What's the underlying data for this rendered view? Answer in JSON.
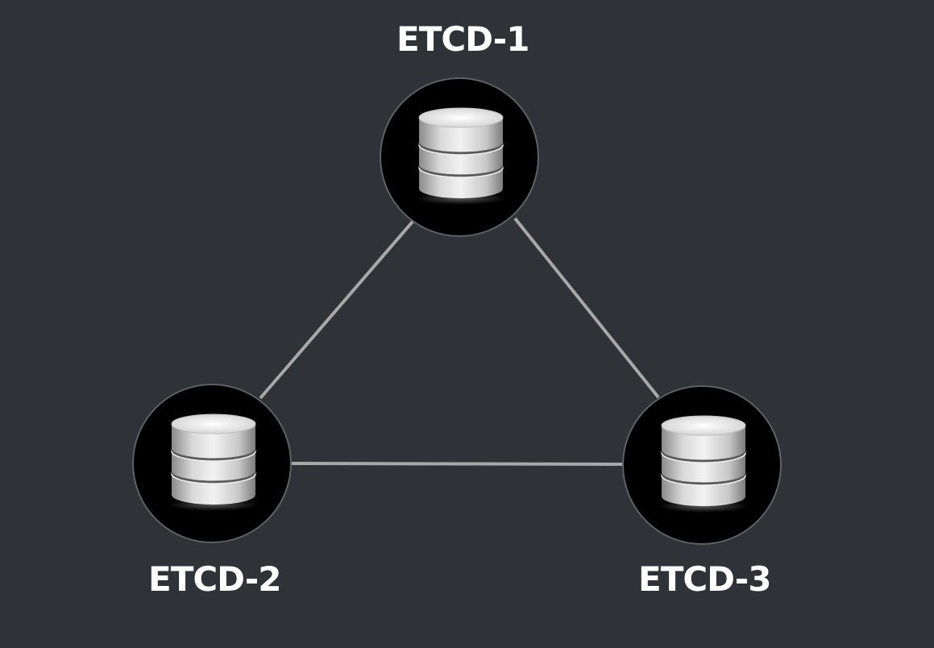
{
  "nodes": [
    {
      "id": "etcd-1",
      "label": "ETCD-1"
    },
    {
      "id": "etcd-2",
      "label": "ETCD-2"
    },
    {
      "id": "etcd-3",
      "label": "ETCD-3"
    }
  ],
  "edges": [
    {
      "from": "etcd-1",
      "to": "etcd-2"
    },
    {
      "from": "etcd-1",
      "to": "etcd-3"
    },
    {
      "from": "etcd-2",
      "to": "etcd-3"
    }
  ],
  "colors": {
    "background": "#2f3337",
    "edge": "#a8a8a8",
    "node_fill": "#000000",
    "label": "#ffffff"
  },
  "icon": "database-icon"
}
